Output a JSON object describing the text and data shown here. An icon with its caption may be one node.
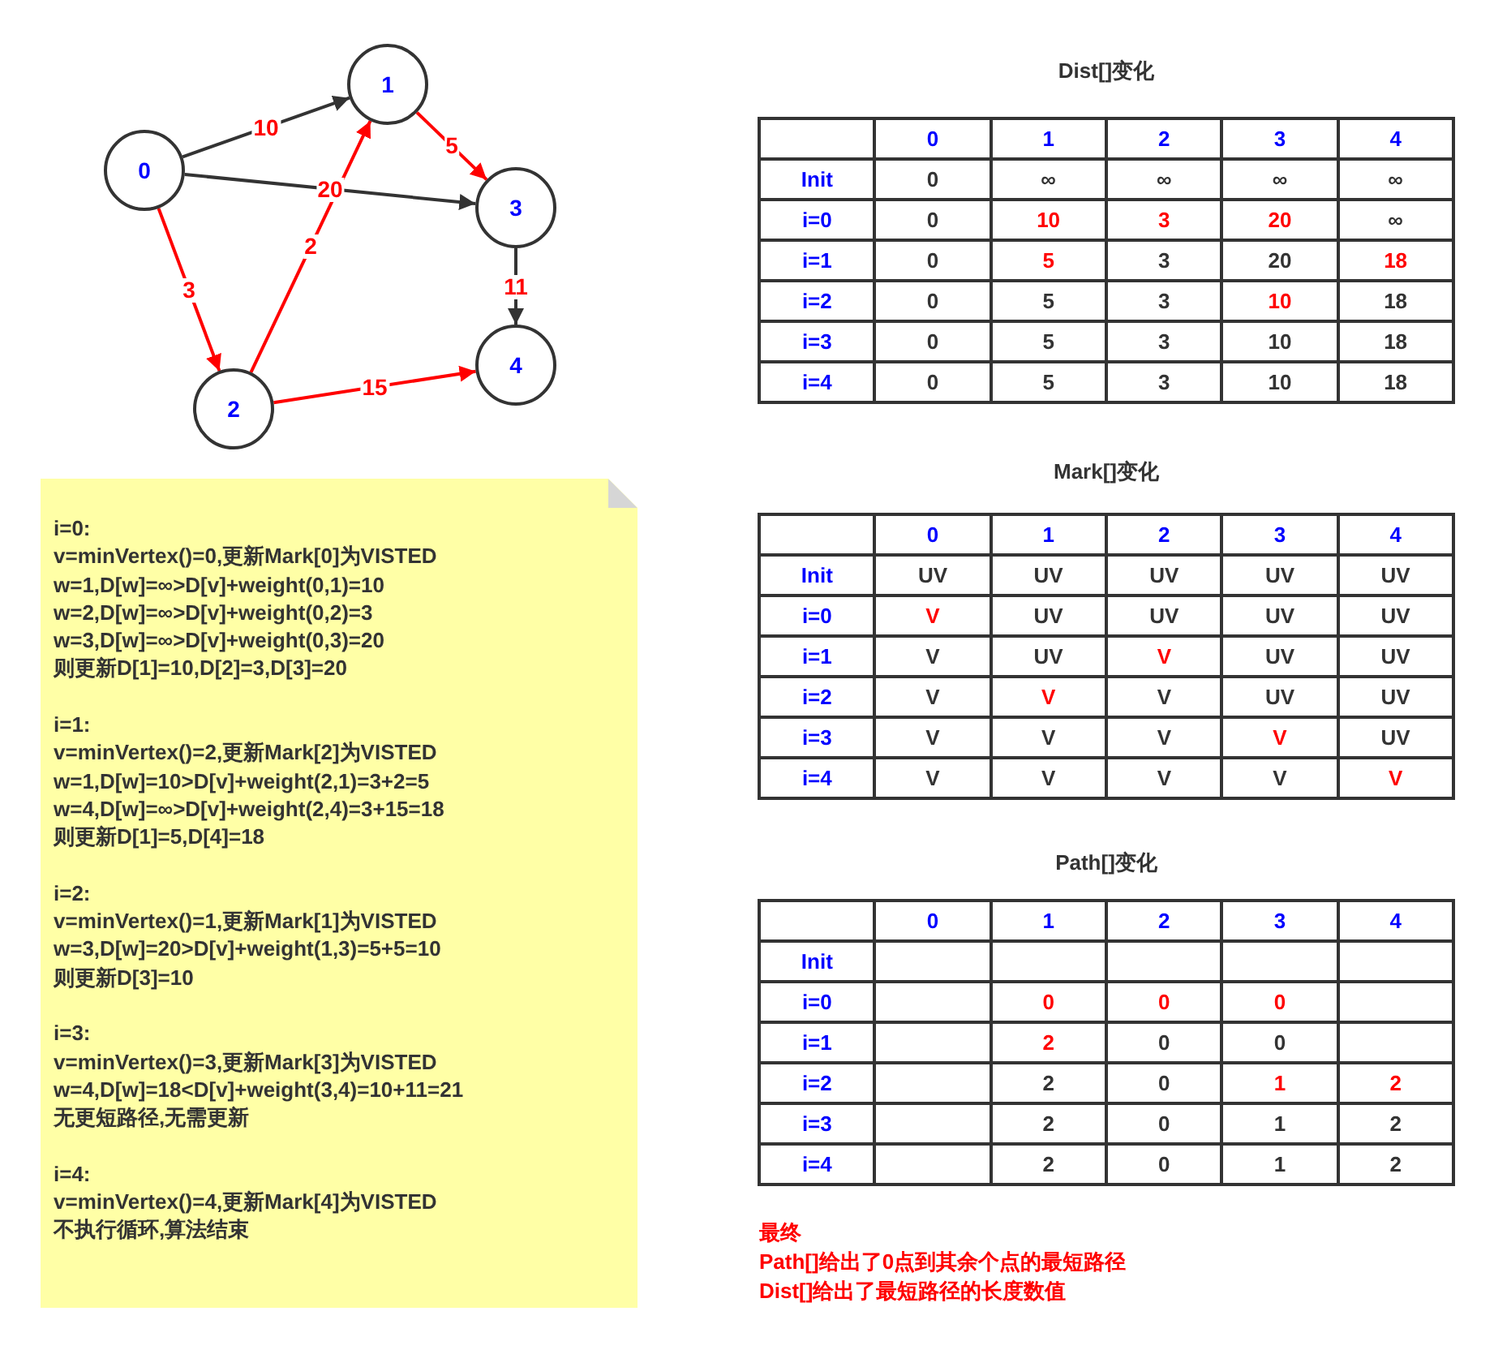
{
  "diagram": {
    "nodes": [
      {
        "text": [
          "0"
        ]
      },
      {
        "text": [
          "1"
        ]
      },
      {
        "text": [
          "2"
        ]
      },
      {
        "text": [
          "3"
        ]
      },
      {
        "text": [
          "4"
        ]
      },
      {
        "text": [
          "i=0:",
          "v=minVertex()=0,更新Mark[0]为VISTED",
          "w=1,D[w]=∞>D[v]+weight(0,1)=10",
          "w=2,D[w]=∞>D[v]+weight(0,2)=3",
          "w=3,D[w]=∞>D[v]+weight(0,3)=20",
          "则更新D[1]=10,D[2]=3,D[3]=20",
          "i=1:",
          "v=minVertex()=2,更新Mark[2]为VISTED",
          "w=1,D[w]=10>D[v]+weight(2,1)=3+2=5",
          "w=4,D[w]=∞>D[v]+weight(2,4)=3+15=18",
          "则更新D[1]=5,D[4]=18",
          "i=2:",
          "v=minVertex()=1,更新Mark[1]为VISTED",
          "w=3,D[w]=20>D[v]+weight(1,3)=5+5=10",
          "则更新D[3]=10",
          "i=3:",
          "v=minVertex()=3,更新Mark[3]为VISTED",
          "w=4,D[w]=18<D[v]+weight(3,4)=10+11=21",
          "无更短路径,无需更新",
          "i=4:",
          "v=minVertex()=4,更新Mark[4]为VISTED",
          "不执行循环,算法结束"
        ]
      }
    ],
    "edges": [
      {
        "from": 0,
        "to": 1,
        "arrow": "to",
        "label": "10",
        "color": "#333333"
      },
      {
        "from": 0,
        "to": 3,
        "arrow": "to",
        "label": "20",
        "color": "#333333"
      },
      {
        "from": 0,
        "to": 2,
        "arrow": "to",
        "label": "3",
        "color": "#ff0000"
      },
      {
        "from": 2,
        "to": 1,
        "arrow": "to",
        "label": "2",
        "color": "#ff0000"
      },
      {
        "from": 1,
        "to": 3,
        "arrow": "to",
        "label": "5",
        "color": "#ff0000"
      },
      {
        "from": 3,
        "to": 4,
        "arrow": "to",
        "label": "11",
        "color": "#333333"
      },
      {
        "from": 2,
        "to": 4,
        "arrow": "to",
        "label": "15",
        "color": "#ff0000"
      }
    ],
    "labels": [
      "Dist[]变化",
      "0",
      "1",
      "2",
      "3",
      "4",
      "Init",
      "0",
      "∞",
      "∞",
      "∞",
      "∞",
      "i=0",
      "0",
      "10",
      "3",
      "20",
      "∞",
      "i=1",
      "0",
      "5",
      "3",
      "20",
      "18",
      "i=2",
      "0",
      "5",
      "3",
      "10",
      "18",
      "i=3",
      "0",
      "5",
      "3",
      "10",
      "18",
      "i=4",
      "0",
      "5",
      "3",
      "10",
      "18",
      "Mark[]变化",
      "0",
      "1",
      "2",
      "3",
      "4",
      "Init",
      "UV",
      "UV",
      "UV",
      "UV",
      "UV",
      "i=0",
      "V",
      "UV",
      "UV",
      "UV",
      "UV",
      "i=1",
      "V",
      "UV",
      "V",
      "UV",
      "UV",
      "i=2",
      "V",
      "V",
      "V",
      "UV",
      "UV",
      "i=3",
      "V",
      "V",
      "V",
      "V",
      "UV",
      "i=4",
      "V",
      "V",
      "V",
      "V",
      "V",
      "Path[]变化",
      "0",
      "1",
      "2",
      "3",
      "4",
      "Init",
      "i=0",
      "0",
      "0",
      "0",
      "i=1",
      "2",
      "0",
      "0",
      "i=2",
      "2",
      "0",
      "1",
      "2",
      "i=3",
      "2",
      "0",
      "1",
      "2",
      "i=4",
      "2",
      "0",
      "1",
      "2",
      "最终",
      "Path[]给出了0点到其余个点的最短路径",
      "Dist[]给出了最短路径的长度数值"
    ]
  }
}
